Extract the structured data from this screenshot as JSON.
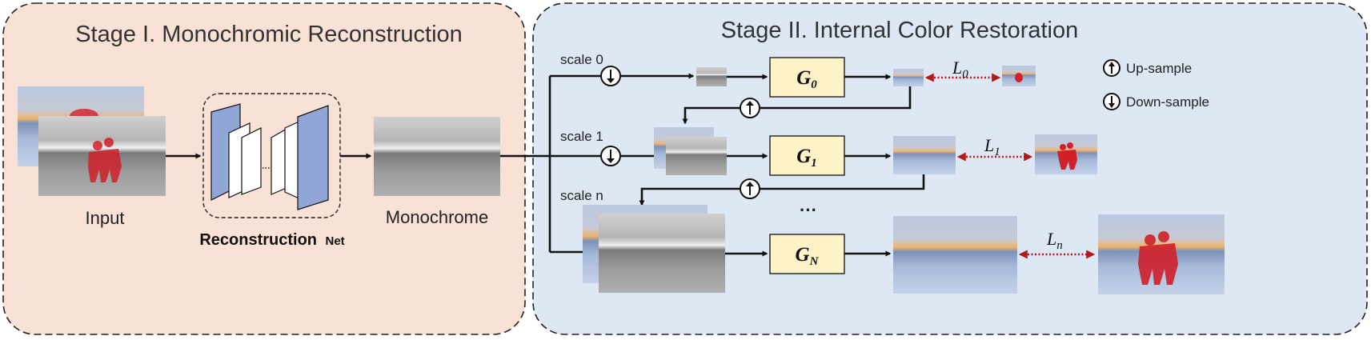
{
  "stage1": {
    "title": "Stage I.  Monochromic Reconstruction",
    "fill": "#f9e1d5"
  },
  "stage2": {
    "title": "Stage II.  Internal Color Restoration",
    "fill": "#dde8f4"
  },
  "labels": {
    "input": "Input",
    "monochrome": "Monochrome",
    "net_bold": "Reconstruction",
    "net_small": "Net",
    "scale0": "scale 0",
    "scale1": "scale 1",
    "scalen": "scale n",
    "dots": "···"
  },
  "generators": [
    {
      "letter": "G",
      "sub": "0"
    },
    {
      "letter": "G",
      "sub": "1"
    },
    {
      "letter": "G",
      "sub": "N"
    }
  ],
  "losses": [
    {
      "letter": "L",
      "sub": "0"
    },
    {
      "letter": "L",
      "sub": "1"
    },
    {
      "letter": "L",
      "sub": "n"
    }
  ],
  "legend": {
    "up": "Up-sample",
    "down": "Down-sample"
  },
  "colors": {
    "generator_fill": "#fdf3c6",
    "loss_arrow": "#b31b1b",
    "net_layer": "#8fa6d6",
    "silhouette": "#d0202a"
  },
  "icons": {
    "up": "up-sample-icon",
    "down": "down-sample-icon"
  }
}
